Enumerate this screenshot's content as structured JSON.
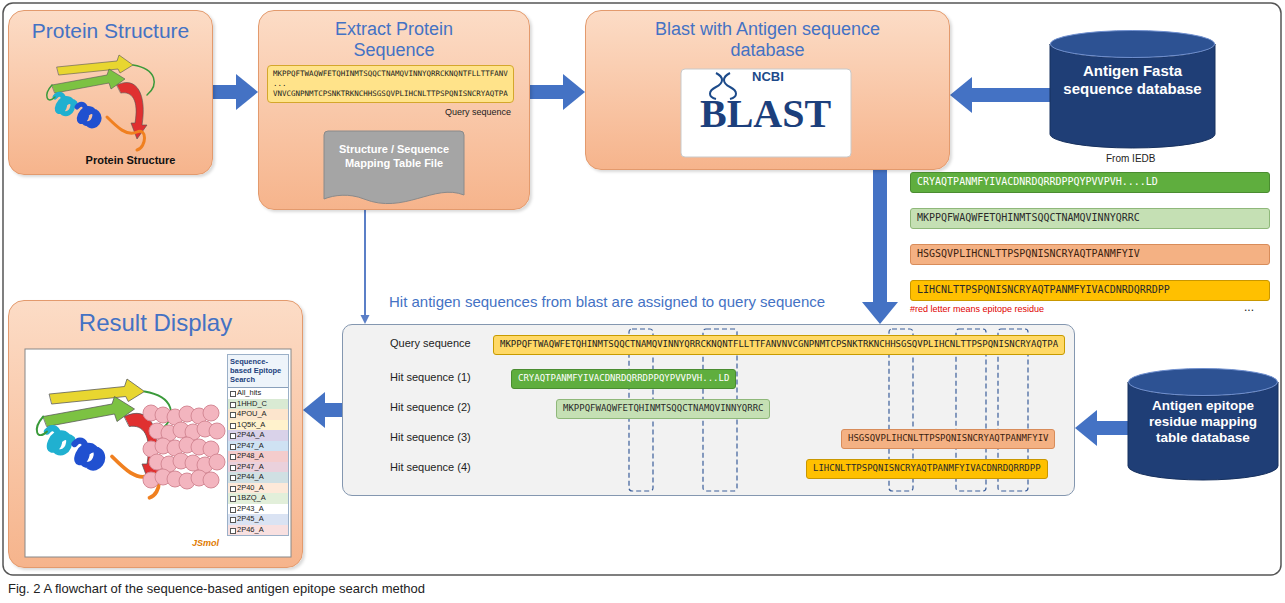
{
  "diagram": {
    "caption": "Fig. 2 A flowchart of the sequence-based antigen epitope search method",
    "nodes": [
      {
        "text": [
          "Protein Structure",
          "Protein Structure"
        ]
      },
      {
        "text": [
          "Extract Protein Sequence"
        ]
      },
      {
        "text": [
          "MKPPQFTWAQWFETQHINMTSQQCTNAMQVINNYQRRCKNQNTFLLTTFANV",
          "...",
          "VNVCGNPNMTCPSNKTRKNCHHSGSQVPLIHCNLTTPSPQNISNCRYAQTPA"
        ],
        "in": 1
      },
      {
        "text": [
          "Structure / Sequence Mapping Table File"
        ],
        "in": 1
      },
      {
        "text": [
          "Blast with Antigen sequence database"
        ]
      },
      {
        "text": [
          "Antigen Fasta sequence database"
        ]
      },
      {
        "text": [
          "CRYAQTPANMFYIVACDNRDQRRDPPQYPVVPVH....LD"
        ]
      },
      {
        "text": [
          "MKPPQFWAQWFETQHINMTSQQCTNAMQVINNYQRRC"
        ]
      },
      {
        "text": [
          "HSGSQVPLIHCNLTTPSPQNISNCRYAQTPANMFYIV"
        ]
      },
      {
        "text": [
          "LIHCNLTTPSPQNISNCRYAQTPANMFYIVACDNRDQRRDPP"
        ]
      },
      {
        "text": [
          "Result Display"
        ]
      },
      {
        "text": [
          "Sequence-based Epitope Search",
          "All_hits",
          "1HHD_C",
          "4POU_A",
          "1Q5K_A",
          "2P4A_A",
          "2P47_A",
          "2P48_A",
          "2P47_A",
          "2P44_A",
          "2P40_A",
          "1BZQ_A",
          "2P43_A",
          "2P45_A",
          "2P46_A"
        ],
        "in": 10
      },
      {
        "text": [
          "Hit antigen sequences from blast are assigned to query sequence"
        ]
      },
      {
        "text": [
          "MKPPQFTWAQWFETQHINMTSQQCTNAMQVINNYQRRCKNQNTFLLTTFANVNVCGNPNMTCPSNKTRKNCHHSGSQVPLIHCNLTTPSPQNISNCRYAQTPA"
        ],
        "in": 12
      },
      {
        "text": [
          "CRYAQTPANMFYIVACDNRDQRRDPPQYPVVPVH...LD"
        ],
        "in": 12
      },
      {
        "text": [
          "MKPPQFWAQWFETQHINMTSQQCTNAMQVINNYQRRC"
        ],
        "in": 12
      },
      {
        "text": [
          "HSGSQVPLIHCNLTTPSPQNISNCRYAQTPANMFYIV"
        ],
        "in": 12
      },
      {
        "text": [
          "LIHCNLTTPSPQNISNCRYAQTPANMFYIVACDNRDQRRDPP"
        ],
        "in": 12
      },
      {
        "text": [
          "Antigen epitope residue mapping table database"
        ]
      }
    ],
    "edges": [
      {
        "from": 0,
        "to": 1,
        "arrow": "to"
      },
      {
        "from": 1,
        "to": 4,
        "arrow": "to"
      },
      {
        "from": 5,
        "to": 4,
        "arrow": "to"
      },
      {
        "from": 4,
        "to": 12,
        "arrow": "to"
      },
      {
        "from": 3,
        "to": 12,
        "arrow": "to"
      },
      {
        "from": 18,
        "to": 12,
        "arrow": "to"
      },
      {
        "from": 12,
        "to": 10,
        "arrow": "to"
      }
    ],
    "labels": [
      "Query sequence",
      "NCBI",
      "BLAST",
      "From IEDB",
      "#red letter means epitope residue",
      "...",
      "Query sequence",
      "Hit sequence (1)",
      "Hit sequence (2)",
      "Hit sequence (3)",
      "Hit sequence (4)",
      "JSmol"
    ]
  }
}
